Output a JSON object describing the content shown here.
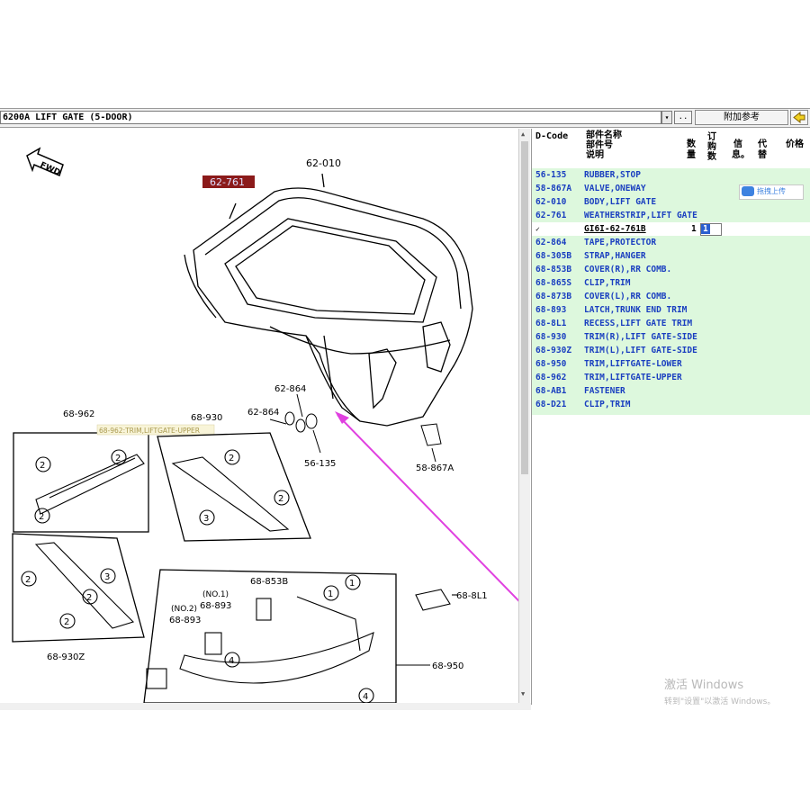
{
  "toolbar": {
    "section_title": "6200A  LIFT GATE (5-DOOR)",
    "dropdown": "▾",
    "more_label": "..",
    "appendix_label": "附加参考"
  },
  "table": {
    "headers": {
      "code": "D-Code",
      "name_lines": [
        "部件名称",
        "部件号",
        "说明"
      ],
      "qty": [
        "数",
        "量"
      ],
      "order": [
        "订",
        "购",
        "数"
      ],
      "info": [
        "信",
        "息。"
      ],
      "alt": [
        "代",
        "替"
      ],
      "price": "价格"
    },
    "rows": [
      {
        "code": "56-135",
        "name": "RUBBER,STOP"
      },
      {
        "code": "58-867A",
        "name": "VALVE,ONEWAY"
      },
      {
        "code": "62-010",
        "name": "BODY,LIFT GATE"
      },
      {
        "code": "62-761",
        "name": "WEATHERSTRIP,LIFT GATE"
      },
      {
        "code": "62-864",
        "name": "TAPE,PROTECTOR"
      },
      {
        "code": "68-305B",
        "name": "STRAP,HANGER"
      },
      {
        "code": "68-853B",
        "name": "COVER(R),RR COMB."
      },
      {
        "code": "68-865S",
        "name": "CLIP,TRIM"
      },
      {
        "code": "68-873B",
        "name": "COVER(L),RR COMB."
      },
      {
        "code": "68-893",
        "name": "LATCH,TRUNK END TRIM"
      },
      {
        "code": "68-8L1",
        "name": "RECESS,LIFT GATE TRIM"
      },
      {
        "code": "68-930",
        "name": "TRIM(R),LIFT GATE-SIDE"
      },
      {
        "code": "68-930Z",
        "name": "TRIM(L),LIFT GATE-SIDE"
      },
      {
        "code": "68-950",
        "name": "TRIM,LIFTGATE-LOWER"
      },
      {
        "code": "68-962",
        "name": "TRIM,LIFTGATE-UPPER"
      },
      {
        "code": "68-AB1",
        "name": "FASTENER"
      },
      {
        "code": "68-D21",
        "name": "CLIP,TRIM"
      }
    ],
    "subrow": {
      "check": "✓",
      "part_no": "GI6I-62-761B",
      "qty": "1",
      "order": "1"
    },
    "upload_label": "拖拽上传"
  },
  "diagram": {
    "labels": {
      "fwd": "FWD",
      "body": "62-010",
      "weatherstrip": "62-761",
      "tape1": "62-864",
      "tape2": "62-864",
      "stop": "56-135",
      "valve": "58-867A",
      "upper": "68-962",
      "tooltip": "68-962:TRIM,LIFTGATE-UPPER",
      "side_r": "68-930",
      "side_l": "68-930Z",
      "cover_r": "68-853B",
      "no1": "(NO.1)",
      "latch1": "68-893",
      "no2": "(NO.2)",
      "latch2": "68-893",
      "recess": "68-8L1",
      "lower": "68-950"
    }
  },
  "watermark": {
    "line1": "激活 Windows",
    "line2": "转到\"设置\"以激活 Windows。"
  },
  "colors": {
    "code_text": "#1a3fc0",
    "list_bg": "#ddf8dd",
    "highlight_label_bg": "#8b1a1a",
    "arrow": "#e040e0"
  }
}
